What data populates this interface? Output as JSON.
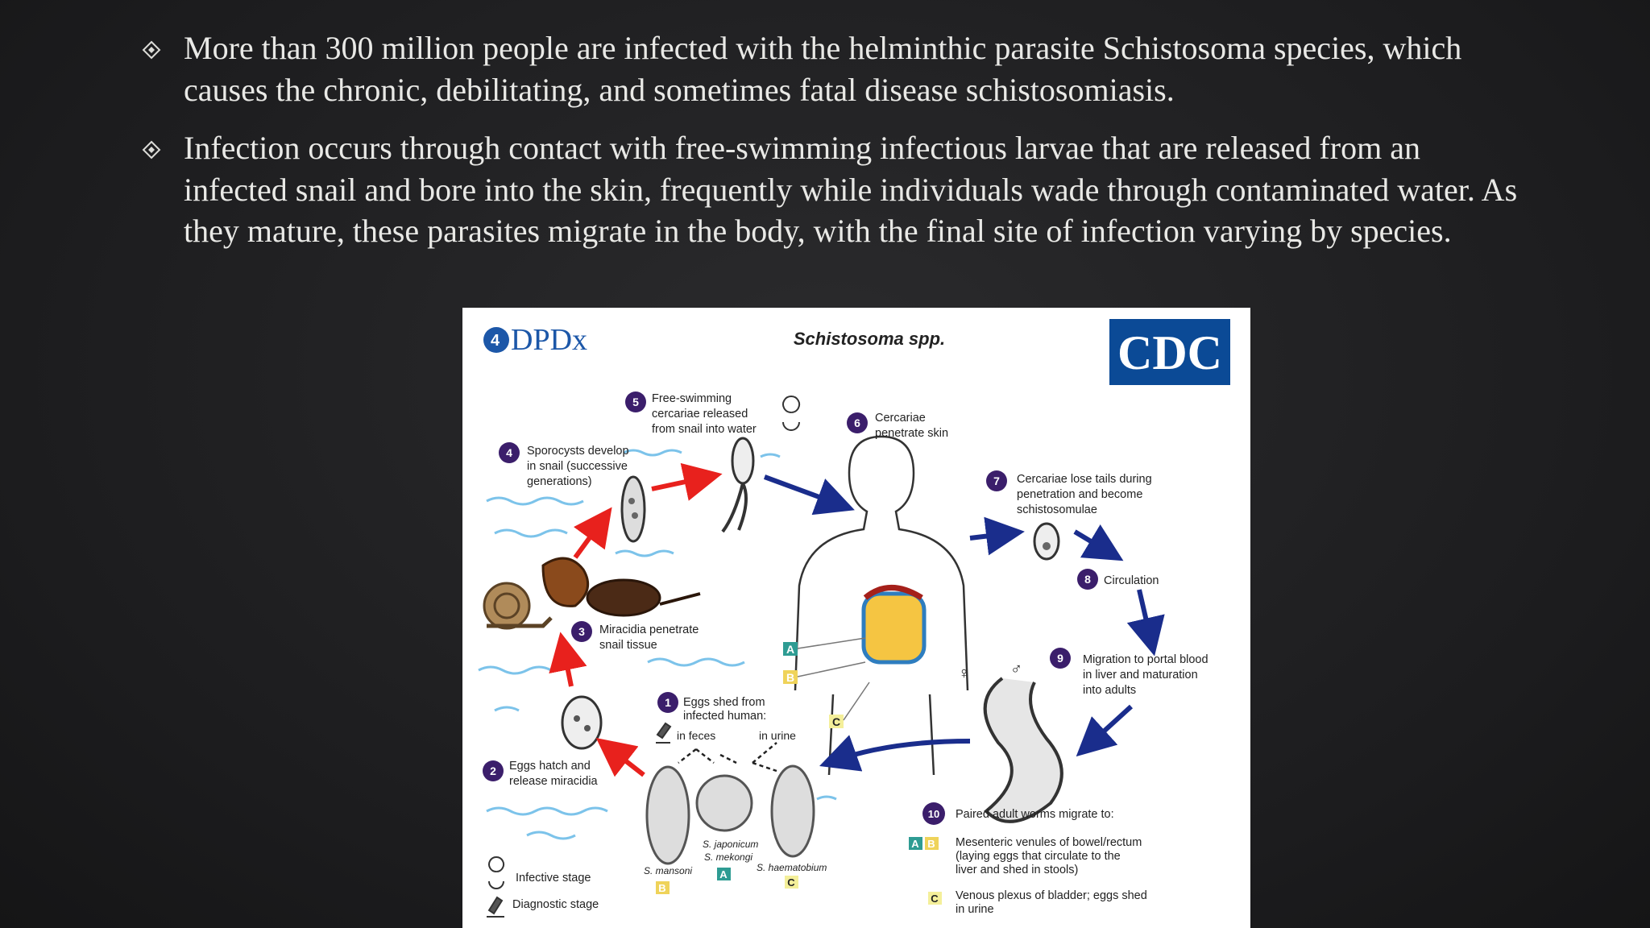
{
  "bullets": [
    {
      "text": "More than 300 million people are infected with the helminthic parasite Schistosoma species, which causes the chronic, debilitating, and sometimes fatal disease schistosomiasis."
    },
    {
      "text": "Infection occurs through contact with free-swimming infectious larvae that are released from an infected snail and bore into the skin, frequently while individuals wade through contaminated water. As they mature, these parasites migrate in the body, with the final site of infection varying by species."
    }
  ],
  "figure": {
    "dpdx_logo": "DPDx",
    "title": "Schistosoma spp.",
    "cdc_logo": "CDC",
    "steps": {
      "s1": {
        "num": "1",
        "lines": [
          "Eggs shed from",
          "infected human:"
        ],
        "feces": "in feces",
        "urine": "in urine"
      },
      "s2": {
        "num": "2",
        "lines": [
          "Eggs hatch and",
          "release miracidia"
        ]
      },
      "s3": {
        "num": "3",
        "lines": [
          "Miracidia penetrate",
          "snail tissue"
        ]
      },
      "s4": {
        "num": "4",
        "lines": [
          "Sporocysts develop",
          "in snail (successive",
          "generations)"
        ]
      },
      "s5": {
        "num": "5",
        "lines": [
          "Free-swimming",
          "cercariae released",
          "from snail into water"
        ]
      },
      "s6": {
        "num": "6",
        "lines": [
          "Cercariae",
          "penetrate skin"
        ]
      },
      "s7": {
        "num": "7",
        "lines": [
          "Cercariae lose tails during",
          "penetration and become",
          "schistosomulae"
        ]
      },
      "s8": {
        "num": "8",
        "lines": [
          "Circulation"
        ]
      },
      "s9": {
        "num": "9",
        "lines": [
          "Migration to portal blood",
          "in liver and maturation",
          "into adults"
        ]
      },
      "s10": {
        "num": "10",
        "lines": [
          "Paired adult worms migrate to:"
        ]
      }
    },
    "egg_labels": {
      "mansoni": "S. mansoni",
      "japonicum": "S. japonicum",
      "mekongi": "S. mekongi",
      "haematobium": "S. haematobium"
    },
    "badges": {
      "A": "A",
      "B": "B",
      "C": "C"
    },
    "ab_note": [
      "Mesenteric venules of bowel/rectum",
      "(laying eggs that circulate to the",
      "liver and shed in stools)"
    ],
    "c_note": [
      "Venous plexus of bladder; eggs shed",
      "in urine"
    ],
    "legend": {
      "infective": "Infective stage",
      "diagnostic": "Diagnostic stage"
    },
    "female_symbol": "♀",
    "male_symbol": "♂",
    "colors": {
      "step_circle": "#3b1e6b",
      "red_arrow": "#e8211d",
      "blue_arrow": "#1a2d8c",
      "water": "#7cc3ea",
      "badge_a": "#2e9c93",
      "badge_b": "#efd35a",
      "badge_c": "#f4ef9a",
      "cdc_blue": "#0b4a96"
    }
  }
}
